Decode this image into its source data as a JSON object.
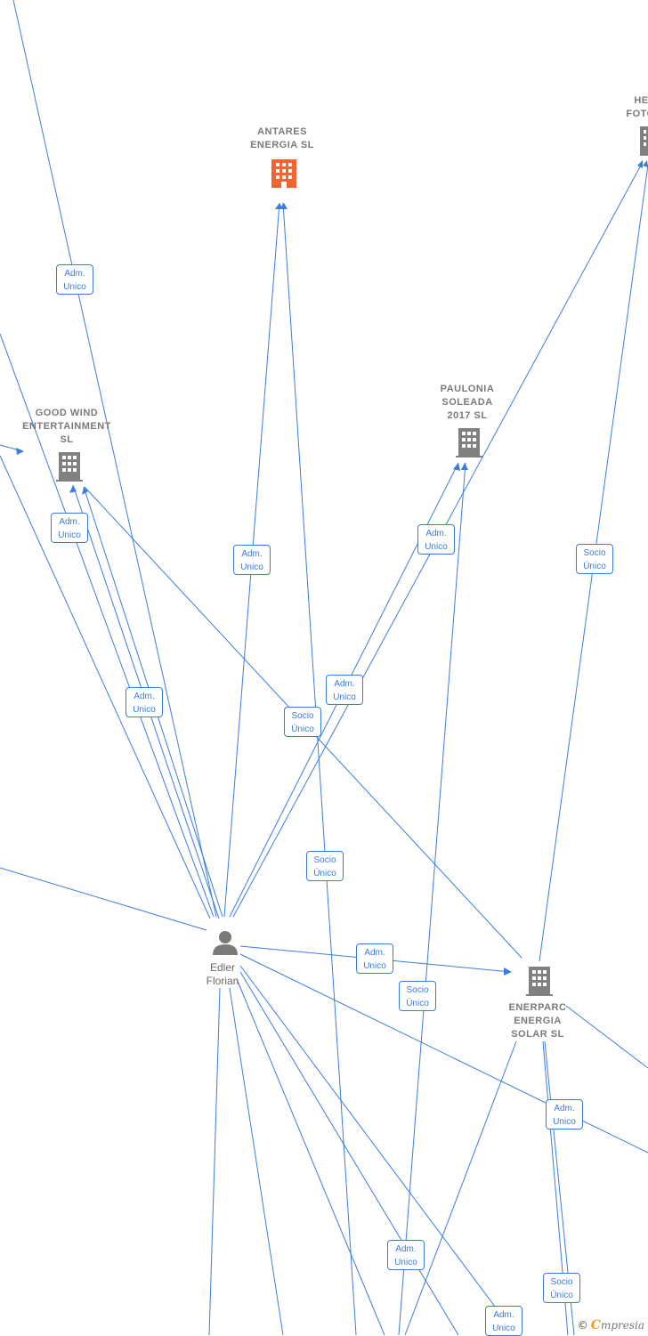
{
  "colors": {
    "edge": "#3b7ddd",
    "building": "#808080",
    "highlight": "#f26430"
  },
  "nodes": {
    "antares": {
      "label": "ANTARES\nENERGIA  SL",
      "icon": "building-icon-highlighted"
    },
    "heleFotovo": {
      "label": "HELE\nFOTOVO",
      "icon": "building-icon"
    },
    "goodWind": {
      "label": "GOOD WIND\nENTERTAINMENT\nSL",
      "icon": "building-icon"
    },
    "paulonia": {
      "label": "PAULONIA\nSOLEADA\n2017  SL",
      "icon": "building-icon"
    },
    "enerparc": {
      "label": "ENERPARC\nENERGIA\nSOLAR  SL",
      "icon": "building-icon"
    },
    "edler": {
      "label": "Edler\nFlorian",
      "icon": "person-icon"
    }
  },
  "badges": [
    {
      "text": "Adm.\nUnico"
    },
    {
      "text": "Adm.\nUnico"
    },
    {
      "text": "Adm.\nUnico"
    },
    {
      "text": "Adm.\nUnico"
    },
    {
      "text": "Adm.\nUnico"
    },
    {
      "text": "Socio\nÚnico"
    },
    {
      "text": "Adm.\nUnico"
    },
    {
      "text": "Socio\nÚnico"
    },
    {
      "text": "Socio\nÚnico"
    },
    {
      "text": "Adm.\nUnico"
    },
    {
      "text": "Socio\nÚnico"
    },
    {
      "text": "Adm.\nUnico"
    },
    {
      "text": "Adm.\nUnico"
    },
    {
      "text": "Socio\nÚnico"
    },
    {
      "text": "Adm.\nUnico"
    }
  ],
  "footer": {
    "copyright": "©",
    "brand_first": "C",
    "brand_rest": "mpresia"
  }
}
